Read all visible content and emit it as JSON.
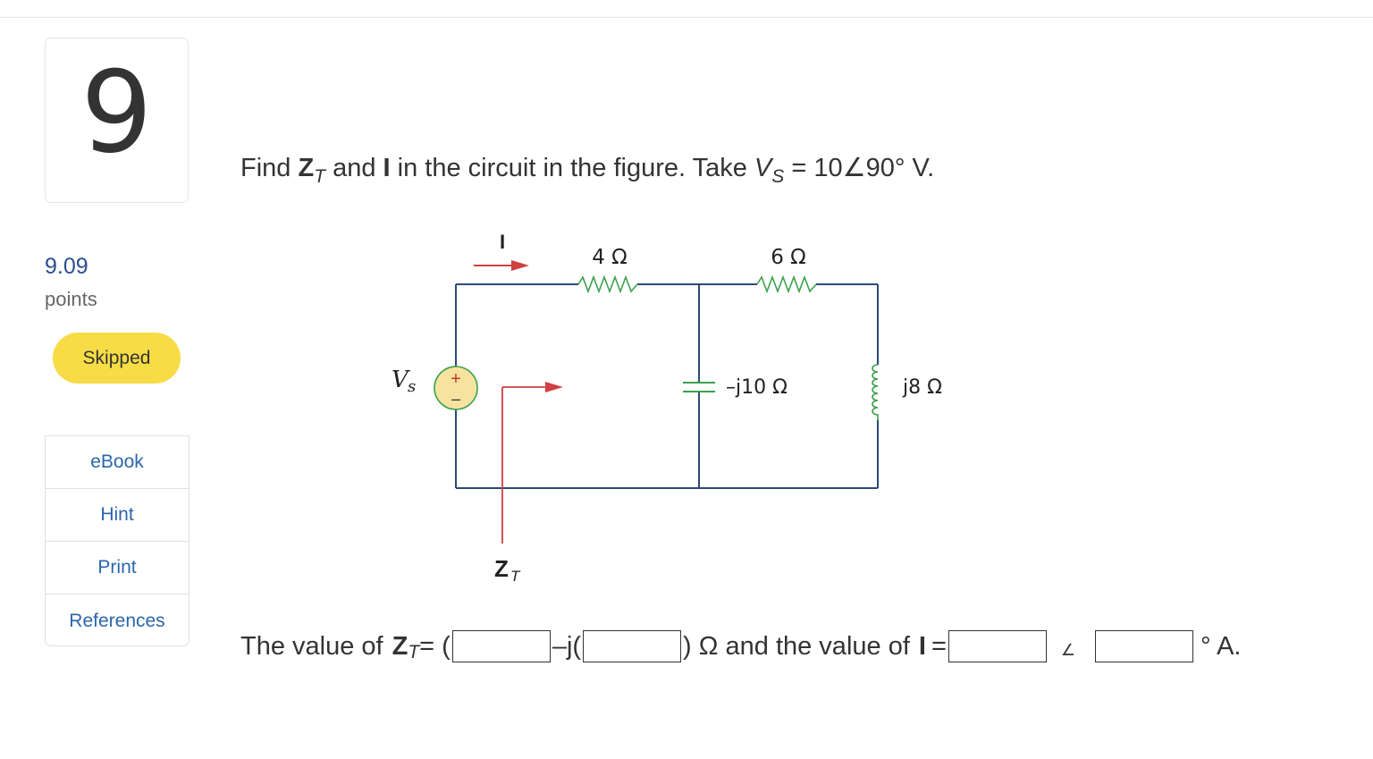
{
  "question": {
    "number": "9",
    "points_value": "9.09",
    "points_label": "points",
    "status": "Skipped",
    "text": {
      "find": "Find",
      "z": "Z",
      "z_sub": "T",
      "and": "and",
      "i": "I",
      "rest": "in the circuit in the figure. Take",
      "vs": "V",
      "vs_sub": "S",
      "value": "= 10∠90° V."
    }
  },
  "resources": [
    "eBook",
    "Hint",
    "Print",
    "References"
  ],
  "circuit": {
    "current_label": "I",
    "r1": "4 Ω",
    "r2": "6 Ω",
    "cap": "–j10 Ω",
    "ind": "j8 Ω",
    "source": "V",
    "source_sub": "s",
    "zt": "Z",
    "zt_sub": "T",
    "plus": "+",
    "minus": "–"
  },
  "answer": {
    "prefix": "The value of",
    "z": "Z",
    "z_sub": "T",
    "eq_open": "= (",
    "minus_j": "–j(",
    "ohm_and": ") Ω and the value of",
    "i": "I",
    "eq": "=",
    "angle": "∠",
    "suffix": "° A.",
    "inputs": {
      "zt_real": "",
      "zt_imag": "",
      "i_mag": "",
      "i_angle": ""
    }
  }
}
